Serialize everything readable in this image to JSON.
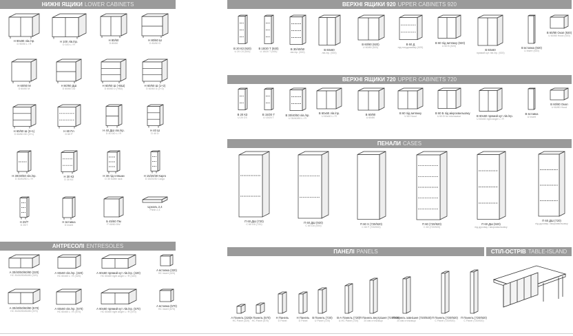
{
  "sections": {
    "lower": {
      "ua": "НИЖНІ ЯЩИКИ",
      "en": "LOWER CABINETS"
    },
    "entresoles": {
      "ua": "АНТРЕСОЛІ",
      "en": "ENTRESOLES"
    },
    "upper920": {
      "ua": "ВЕРХНІ ЯЩИКИ 920",
      "en": "UPPER CABINETS 920"
    },
    "upper720": {
      "ua": "ВЕРХНІ ЯЩИКИ 720",
      "en": "UPPER CABINETS 720"
    },
    "cases": {
      "ua": "ПЕНАЛИ",
      "en": "CASES"
    },
    "panels": {
      "ua": "ПАНЕЛІ",
      "en": "PANELS"
    },
    "island": {
      "ua": "СТІЛ-ОСТРІВ",
      "en": "TABLE-ISLAND"
    }
  },
  "lower_items": [
    {
      "name": "Н 90х90 лів./пр.",
      "sub": "D 90/90 L / R"
    },
    {
      "name": "Н 100 лів./пр.",
      "sub": "D 100 L / R"
    },
    {
      "name": "Н 80/60",
      "sub": "D 80/60"
    },
    {
      "name": "Н 80/60 Ш",
      "sub": "D 80/60 D"
    },
    {
      "name": "Н 60/60 М",
      "sub": "D 60/60 M"
    },
    {
      "name": "Н 60/60 ДШ",
      "sub": "D 60/60 DD"
    },
    {
      "name": "Н 60/60 Ш (+ВШ)",
      "sub": "D 60/60 D (+BD)"
    },
    {
      "name": "Н 60/60 Ш (1+2)",
      "sub": "D 60/60 D (1+2)"
    },
    {
      "name": "Н 60/60 Ш (3+1)",
      "sub": "D 60/60 DD (3+1)"
    },
    {
      "name": "Н 60 Пл",
      "sub": "D 60 P"
    },
    {
      "name": "Н 40 ДШ лів./пр.",
      "sub": "D 40 DD L / R"
    },
    {
      "name": "Н 40 Ш",
      "sub": "D 40 D"
    },
    {
      "name": "Н 30/40/50 лів./пр.",
      "sub": "D 30/40/50 L / R"
    },
    {
      "name": "Н 30 КЗ",
      "sub": "D 30 KZ"
    },
    {
      "name": "Н 30 під пляшки",
      "sub": "D 30 bottle rack"
    },
    {
      "name": "Н 15/20/30 Карго",
      "sub": "D 15/20/30 Cargo"
    },
    {
      "name": "Н 20/Т",
      "sub": "D 20/T"
    },
    {
      "name": "Н вставка",
      "sub": "D insert"
    },
    {
      "name": "Б 45/60 Пм",
      "sub": "P 45/60 DW"
    },
    {
      "name": "Цоколь 2,4",
      "sub": "Plinth 2,4"
    }
  ],
  "entresole_items": [
    {
      "name": "А 30/40/50/60/80 (320)",
      "sub": "HC 30/40/50/60/80 (320)"
    },
    {
      "name": "А 60х60 лів./пр. (320)",
      "sub": "HC 60x60 L / R (320)"
    },
    {
      "name": "А 60х60 прямий кут лів./пр. (320)",
      "sub": "HC 60x60 right angle L / R (320)"
    },
    {
      "name": "А вставка (320)",
      "sub": "HC insert (320)"
    },
    {
      "name": "А 30/40/50/60/80 (570)",
      "sub": "HC 30/40/50/60/80 (570)"
    },
    {
      "name": "А 60х60 лів./пр. (570)",
      "sub": "HC 60x60 L / R (570)"
    },
    {
      "name": "А 60х60 прямий кут лів./пр. (570)",
      "sub": "HC 60x60 right angle L / R (570)"
    },
    {
      "name": "А вставка (570)",
      "sub": "HC insert (570)"
    }
  ],
  "upper920_items": [
    {
      "name": "В 20 КЗ (920)",
      "sub": "U 20 CS (920)"
    },
    {
      "name": "В 15/20 Т (920)",
      "sub": "U 15/20 T (920)"
    },
    {
      "name": "В 30/40/50",
      "sub": "лів./пр. (920)"
    },
    {
      "name": "В 60х60",
      "sub": "лів./пр. (920)"
    },
    {
      "name": "В 60/80 (920)",
      "sub": "U 60/80 (920)"
    },
    {
      "name": "В 60 Д",
      "sub": "під посудомийку (920)"
    },
    {
      "name": "В 60 під витяжку (920)",
      "sub": "U 60 B (920)"
    },
    {
      "name": "В 60х60",
      "sub": "прямий кут лів./пр. (920)"
    },
    {
      "name": "В вставка (920)",
      "sub": "U insert (920)"
    },
    {
      "name": "В 60/80 Окап (920)",
      "sub": "U 60/80 Hood (920)"
    }
  ],
  "upper720_items": [
    {
      "name": "В 20 КЗ",
      "sub": "U 20 CS"
    },
    {
      "name": "В 15/20 Т",
      "sub": "U 15/20 T"
    },
    {
      "name": "В 30/40/50 лів./пр.",
      "sub": "U 30/40/50 L / R"
    },
    {
      "name": "В 60х60 лів./пр.",
      "sub": "U 60x60 L / R"
    },
    {
      "name": "В 60/80",
      "sub": "U 60/80"
    },
    {
      "name": "В 60 під витяжку",
      "sub": "U 60 Hood"
    },
    {
      "name": "В 60 Б під мікрохвильовку",
      "sub": "U 60 B for microwave"
    },
    {
      "name": "В 60х60 прямий кут лів./пр.",
      "sub": "U 60x60 right angle L / R"
    },
    {
      "name": "В вставка",
      "sub": "U insert"
    },
    {
      "name": "В 60/80 Окап",
      "sub": "U 60/80 Hood"
    }
  ],
  "case_items": [
    {
      "name": "П 60 ДШ (720)",
      "sub": "C 60 DD (720)"
    },
    {
      "name": "П 60 ДШ (920)",
      "sub": "C 60 DD (920)"
    },
    {
      "name": "П 60 Х (720/920)",
      "sub": "C 60 F (720/920)"
    },
    {
      "name": "П 60 (720/920)",
      "sub": "C 60 (720/920)"
    },
    {
      "name": "П 60 ДШ (920)",
      "sub": "під духовку і мікрохвильовку"
    },
    {
      "name": "П 60 ДШ (720)",
      "sub": "під духовку і мікрохвильовку"
    }
  ],
  "panel_items": [
    {
      "name": "А Панель (320)",
      "sub": "HC Panel (320)"
    },
    {
      "name": "А Панель (570)",
      "sub": "HC Panel (570)"
    },
    {
      "name": "Н Панель",
      "sub": "D Panel"
    },
    {
      "name": "Н Панель",
      "sub": "D Panel"
    },
    {
      "name": "В Панель (720)",
      "sub": "U Panel (720)"
    },
    {
      "name": "В-А Панель (720)",
      "sub": "U-HC Panel (720)"
    },
    {
      "name": "П Панель внутрішня (720/920)",
      "sub": "20 мм стільниця"
    },
    {
      "name": "П Панель зовнішня (720/920)",
      "sub": "20 мм стільниця"
    },
    {
      "name": "П Панель (720/920)",
      "sub": "C Panel (720/920)"
    },
    {
      "name": "П Панель (720/920)",
      "sub": "C Panel (720/920)"
    }
  ]
}
